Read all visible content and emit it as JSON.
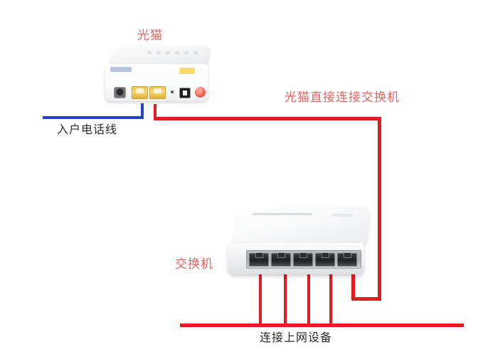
{
  "diagram": {
    "title_label": "光猫",
    "labels": {
      "modem": "光猫",
      "modem_to_switch": "光猫直接连接交换机",
      "incoming_phone_line": "入户电话线",
      "switch": "交换机",
      "connect_devices": "连接上网设备"
    },
    "colors": {
      "red_cable": "#e11b22",
      "blue_cable": "#2244c4",
      "red_text": "#e8645f",
      "dark_text": "#2b2b2b",
      "background": "#ffffff"
    },
    "devices": {
      "modem": {
        "name": "光猫",
        "port_count": 2,
        "ports": [
          "phone-port",
          "lan-port-1",
          "lan-port-2"
        ],
        "has_power_button": true,
        "has_reset_pinhole": true
      },
      "switch": {
        "name": "交换机",
        "port_count": 5,
        "ports": [
          "lan-port-1",
          "lan-port-2",
          "lan-port-3",
          "lan-port-4",
          "lan-port-5"
        ]
      }
    },
    "connections": [
      {
        "name": "phone-line-to-modem",
        "color": "#2244c4",
        "from": "wall-phone-jack",
        "to": "modem-phone-port",
        "label": "入户电话线"
      },
      {
        "name": "modem-to-switch",
        "color": "#e11b22",
        "from": "modem-lan-port",
        "to": "switch-port-5",
        "label": "光猫直接连接交换机"
      },
      {
        "name": "switch-to-devices",
        "color": "#e11b22",
        "from": "switch-ports-1-4",
        "to": "end-user-devices",
        "label": "连接上网设备"
      }
    ]
  }
}
